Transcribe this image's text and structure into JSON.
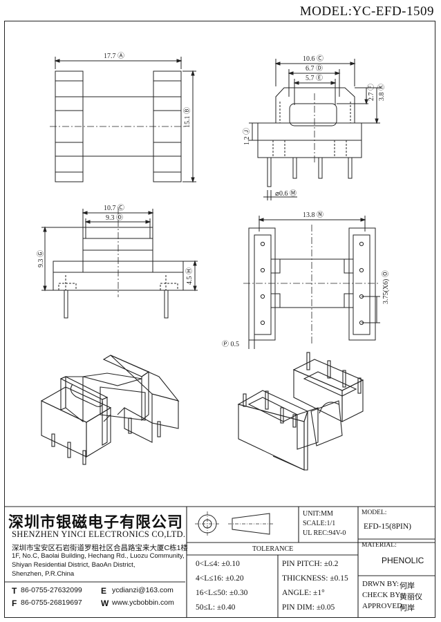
{
  "model_title": "MODEL:YC-EFD-1509",
  "dims": {
    "a": "17.7 Ⓐ",
    "b": "15.1 Ⓑ",
    "c": "10.6 Ⓒ",
    "d": "6.7 Ⓓ",
    "e": "5.7 Ⓔ",
    "f": "2.7 Ⓕ",
    "k": "3.8 Ⓚ",
    "j": "1.2 Ⓙ",
    "m": "⌀0.6 Ⓜ",
    "c2": "10.7 Ⓒ",
    "d2": "9.3 Ⓓ",
    "g": "9.3 Ⓖ",
    "h": "4.5 Ⓗ",
    "n": "13.8 Ⓝ",
    "o": "3.75(X6) Ⓞ",
    "p": "Ⓟ 0.5"
  },
  "company": {
    "name_cn": "深圳市银磁电子有限公司",
    "name_en": "SHENZHEN YINCI ELECTRONICS CO,LTD.",
    "address_cn": "深圳市宝安区石岩街道罗租社区合昌路宝来大厦C栋1楼",
    "address_en_1": "1F, No.C, Baolai Building, Hechang Rd., Luozu Community,",
    "address_en_2": "Shiyan Residential District, BaoAn District,",
    "address_en_3": "Shenzhen, P.R.China",
    "t_label": "T",
    "t_value": "86-0755-27632099",
    "f_label": "F",
    "f_value": "86-0755-26819697",
    "e_label": "E",
    "e_value": "ycdianzi@163.com",
    "w_label": "W",
    "w_value": "www.ycbobbin.com"
  },
  "specs": {
    "unit": "UNIT:MM",
    "scale": "SCALE:1/1",
    "ul_rec": "UL REC:94V-0"
  },
  "tolerance": {
    "title": "TOLERANCE",
    "left": [
      "0<L≤4: ±0.10",
      "4<L≤16: ±0.20",
      "16<L≤50: ±0.30",
      "50≤L: ±0.40"
    ],
    "right": [
      "PIN PITCH: ±0.2",
      "THICKNESS: ±0.15",
      "ANGLE: ±1°",
      "PIN DIM: ±0.05"
    ]
  },
  "info": {
    "model_label": "MODEL:",
    "model_value": "EFD-15(8PIN)",
    "material_label": "MATERIAL:",
    "material_value": "PHENOLIC",
    "drawn_label": "DRWN BY:",
    "drawn_value": "何岸",
    "check_label": "CHECK BY:",
    "check_value": "黄丽仪",
    "approved_label": "APPROVED:",
    "approved_value": "何岸"
  }
}
